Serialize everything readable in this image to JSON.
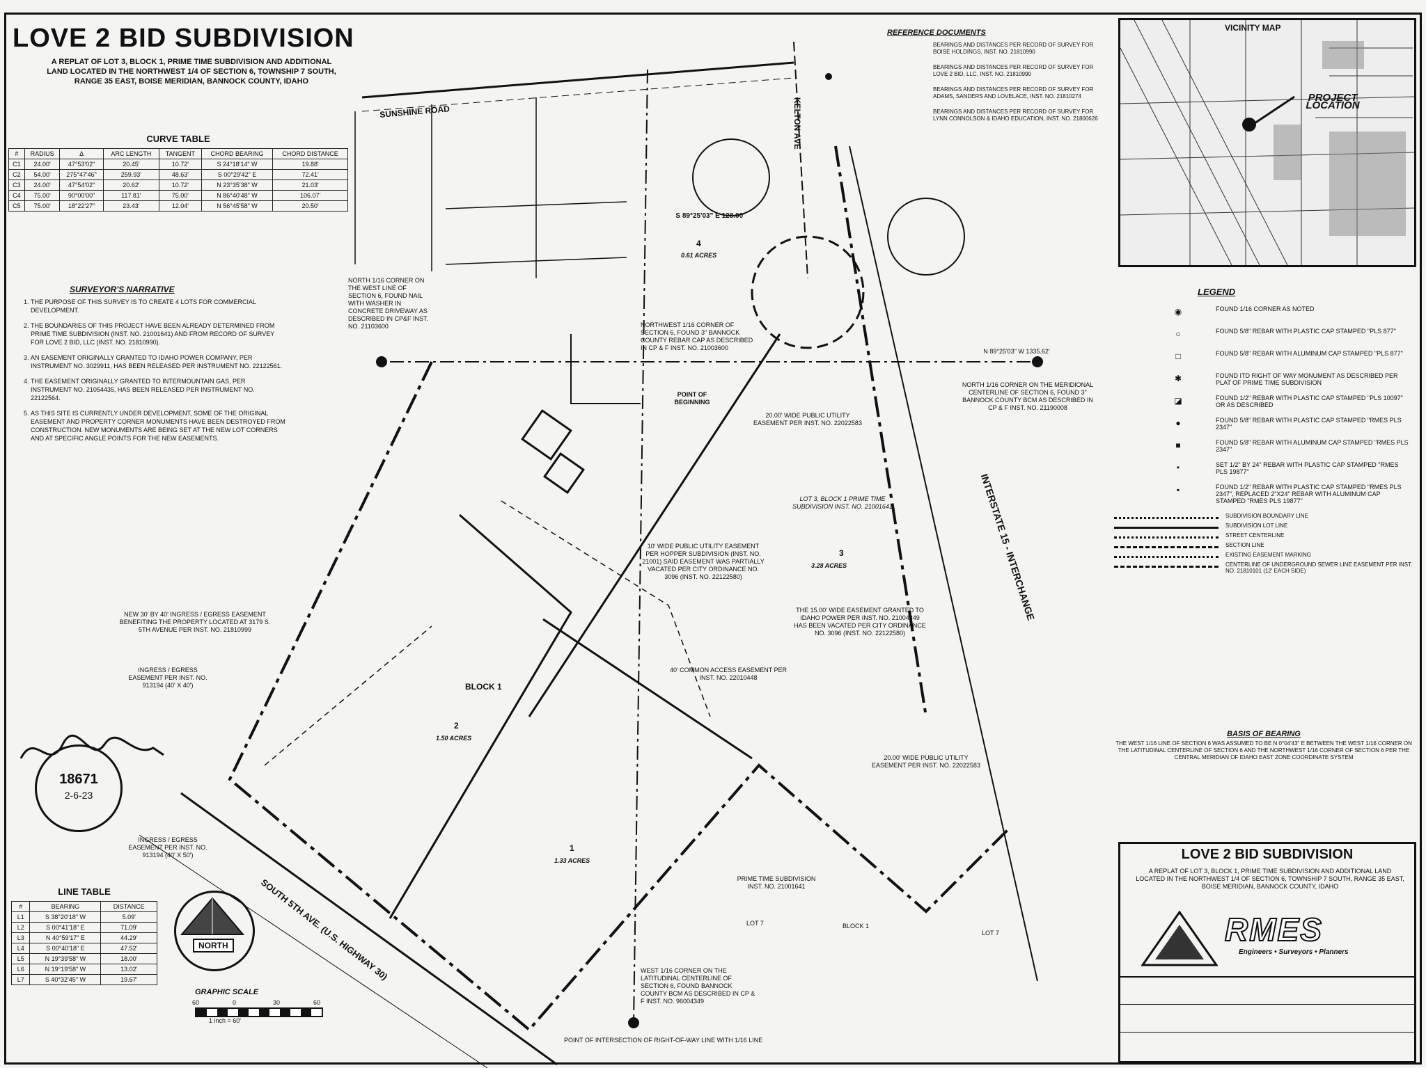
{
  "title": "LOVE 2 BID SUBDIVISION",
  "subtitle": "A REPLAT OF LOT 3, BLOCK 1, PRIME TIME SUBDIVISION AND ADDITIONAL LAND LOCATED IN THE NORTHWEST 1/4 OF SECTION 6, TOWNSHIP 7 SOUTH, RANGE 35 EAST, BOISE MERIDIAN, BANNOCK COUNTY, IDAHO",
  "curve_table": {
    "title": "CURVE TABLE",
    "headers": [
      "#",
      "RADIUS",
      "Δ",
      "ARC LENGTH",
      "TANGENT",
      "CHORD BEARING",
      "CHORD DISTANCE"
    ],
    "rows": [
      [
        "C1",
        "24.00'",
        "47°53'02\"",
        "20.45'",
        "10.72'",
        "S 24°18'14\" W",
        "19.88'"
      ],
      [
        "C2",
        "54.00'",
        "275°47'46\"",
        "259.93'",
        "48.63'",
        "S 00°29'42\" E",
        "72.41'"
      ],
      [
        "C3",
        "24.00'",
        "47°54'02\"",
        "20.62'",
        "10.72'",
        "N 23°35'38\" W",
        "21.03'"
      ],
      [
        "C4",
        "75.00'",
        "90°00'00\"",
        "117.81'",
        "75.00'",
        "N 86°40'48\" W",
        "106.07'"
      ],
      [
        "C5",
        "75.00'",
        "18°22'27\"",
        "23.43'",
        "12.04'",
        "N 56°45'58\" W",
        "20.50'"
      ]
    ]
  },
  "narrative": {
    "title": "SURVEYOR'S NARRATIVE",
    "items": [
      "THE PURPOSE OF THIS SURVEY IS TO CREATE 4 LOTS FOR COMMERCIAL DEVELOPMENT.",
      "THE BOUNDARIES OF THIS PROJECT HAVE BEEN ALREADY DETERMINED FROM PRIME TIME SUBDIVISION (INST. NO. 21001641) AND FROM RECORD OF SURVEY FOR LOVE 2 BID, LLC (INST. NO. 21810990).",
      "AN EASEMENT ORIGINALLY GRANTED TO IDAHO POWER COMPANY, PER INSTRUMENT NO. 3029911, HAS BEEN RELEASED PER INSTRUMENT NO. 22122561.",
      "THE EASEMENT ORIGINALLY GRANTED TO INTERMOUNTAIN GAS, PER INSTRUMENT NO. 21054435, HAS BEEN RELEASED PER INSTRUMENT NO. 22122564.",
      "AS THIS SITE IS CURRENTLY UNDER DEVELOPMENT, SOME OF THE ORIGINAL EASEMENT AND PROPERTY CORNER MONUMENTS HAVE BEEN DESTROYED FROM CONSTRUCTION. NEW MONUMENTS ARE BEING SET AT THE NEW LOT CORNERS AND AT SPECIFIC ANGLE POINTS FOR THE NEW EASEMENTS."
    ]
  },
  "references": {
    "title": "REFERENCE DOCUMENTS",
    "items": [
      "BEARINGS AND DISTANCES PER RECORD OF SURVEY FOR BOISE HOLDINGS, INST. NO. 21810990",
      "BEARINGS AND DISTANCES PER RECORD OF SURVEY FOR LOVE 2 BID, LLC, INST. NO. 21810990",
      "BEARINGS AND DISTANCES PER RECORD OF SURVEY FOR ADAMS, SANDERS AND LOVELACE, INST. NO. 21810274",
      "BEARINGS AND DISTANCES PER RECORD OF SURVEY FOR LYNN CONNOLSON & IDAHO EDUCATION, INST. NO. 21800626"
    ]
  },
  "vicinity_map": {
    "title": "VICINITY MAP",
    "project_label": "PROJECT LOCATION"
  },
  "legend": {
    "title": "LEGEND",
    "symbols": [
      {
        "sym": "◉",
        "text": "FOUND 1/16 CORNER AS NOTED"
      },
      {
        "sym": "○",
        "text": "FOUND 5/8\" REBAR WITH PLASTIC CAP STAMPED \"PLS 877\""
      },
      {
        "sym": "□",
        "text": "FOUND 5/8\" REBAR WITH ALUMINUM CAP STAMPED \"PLS 877\""
      },
      {
        "sym": "✱",
        "text": "FOUND ITD RIGHT OF WAY MONUMENT AS DESCRIBED PER PLAT OF PRIME TIME SUBDIVISION"
      },
      {
        "sym": "◪",
        "text": "FOUND 1/2\" REBAR WITH PLASTIC CAP STAMPED \"PLS 10097\" OR AS DESCRIBED"
      },
      {
        "sym": "●",
        "text": "FOUND 5/8\" REBAR WITH PLASTIC CAP STAMPED \"RMES PLS 2347\""
      },
      {
        "sym": "■",
        "text": "FOUND 5/8\" REBAR WITH ALUMINUM CAP STAMPED \"RMES PLS 2347\""
      },
      {
        "sym": "•",
        "text": "SET 1/2\" BY 24\" REBAR WITH PLASTIC CAP STAMPED \"RMES PLS 19877\""
      },
      {
        "sym": "▪",
        "text": "FOUND 1/2\" REBAR WITH PLASTIC CAP STAMPED \"RMES PLS 2347\", REPLACED 2\"x24\" REBAR WITH ALUMINUM CAP STAMPED \"RMES PLS 19877\""
      }
    ],
    "lines": [
      "SUBDIVISION BOUNDARY LINE",
      "SUBDIVISION LOT LINE",
      "STREET CENTERLINE",
      "SECTION LINE",
      "EXISTING EASEMENT MARKING",
      "CENTERLINE OF UNDERGROUND SEWER LINE EASEMENT PER INST. NO. 21810101 (12' EACH SIDE)"
    ]
  },
  "basis": {
    "title": "BASIS OF BEARING",
    "text": "THE WEST 1/16 LINE OF SECTION 6 WAS ASSUMED TO BE N 0°04'43\" E BETWEEN THE WEST 1/16 CORNER ON THE LATITUDINAL CENTERLINE OF SECTION 6 AND THE NORTHWEST 1/16 CORNER OF SECTION 6 PER THE CENTRAL MERIDIAN OF IDAHO EAST ZONE COORDINATE SYSTEM"
  },
  "title_block": {
    "title": "LOVE 2 BID SUBDIVISION",
    "subtitle": "A REPLAT OF LOT 3, BLOCK 1, PRIME TIME SUBDIVISION AND ADDITIONAL LAND LOCATED IN THE NORTHWEST 1/4 OF SECTION 6, TOWNSHIP 7 SOUTH, RANGE 35 EAST, BOISE MERIDIAN, BANNOCK COUNTY, IDAHO",
    "firm": "RMES",
    "tagline": "Engineers • Surveyors • Planners"
  },
  "line_table": {
    "title": "LINE TABLE",
    "headers": [
      "#",
      "BEARING",
      "DISTANCE"
    ],
    "rows": [
      [
        "L1",
        "S 38°20'18\" W",
        "5.09'"
      ],
      [
        "L2",
        "S 00°41'18\" E",
        "71.09'"
      ],
      [
        "L3",
        "N 40°59'17\" E",
        "44.29'"
      ],
      [
        "L4",
        "S 00°40'18\" E",
        "47.52'"
      ],
      [
        "L5",
        "N 19°39'58\" W",
        "18.00'"
      ],
      [
        "L6",
        "N 19°19'58\" W",
        "13.02'"
      ],
      [
        "L7",
        "S 40°32'45\" W",
        "19.67'"
      ]
    ]
  },
  "seal": {
    "number": "18671",
    "date": "2-6-23"
  },
  "north": {
    "label": "NORTH"
  },
  "scale": {
    "title": "GRAPHIC SCALE",
    "ticks": [
      "60",
      "0",
      "30",
      "60"
    ],
    "text": "1 inch = 60'"
  },
  "plan": {
    "sunshine_road": "SUNSHINE ROAD",
    "kelton_ave": "KELTON AVE",
    "interstate": "INTERSTATE 15 - INTERCHANGE",
    "south_5th": "SOUTH 5TH AVE. (U.S. HIGHWAY 30)",
    "lot4": "4",
    "lot4_area": "0.61 ACRES",
    "lot3": "3",
    "lot3_area": "3.28 ACRES",
    "lot2": "2",
    "lot2_area": "1.50 ACRES",
    "lot1": "1",
    "lot1_area": "1.33 ACRES",
    "block": "BLOCK 1",
    "pob": "POINT OF BEGINNING",
    "nw_corner": "NORTHWEST 1/16 CORNER OF SECTION 6, FOUND 3\" BANNOCK COUNTY REBAR CAP AS DESCRIBED IN CP & F INST. NO. 21003600",
    "north_corner": "NORTH 1/16 CORNER ON THE WEST LINE OF SECTION 6, FOUND NAIL WITH WASHER IN CONCRETE DRIVEWAY AS DESCRIBED IN CP&F INST. NO. 21103600",
    "meridional": "NORTH 1/16 CORNER ON THE MERIDIONAL CENTERLINE OF SECTION 6, FOUND 3\" BANNOCK COUNTY BCM AS DESCRIBED IN CP & F INST. NO. 21190008",
    "west_corner": "WEST 1/16 CORNER ON THE LATITUDINAL CENTERLINE OF SECTION 6, FOUND BANNOCK COUNTY BCM AS DESCRIBED IN CP & F INST. NO. 96004349",
    "intersection": "POINT OF INTERSECTION OF RIGHT-OF-WAY LINE WITH 1/16 LINE",
    "ingress": "INGRESS / EGRESS EASEMENT PER INST. NO. 913194 (40' X 40')",
    "ingress2": "INGRESS / EGRESS EASEMENT PER INST. NO. 913194 (40' X 50')",
    "new_ingress": "NEW 30' BY 40' INGRESS / EGRESS EASEMENT BENEFITING THE PROPERTY LOCATED AT 3179 S. 5TH AVENUE PER INST. NO. 21810999",
    "common_access": "40' COMMON ACCESS EASEMENT PER INST. NO. 22010448",
    "util_10": "10' WIDE PUBLIC UTILITY EASEMENT PER HOPPER SUBDIVISION (INST. NO. 21001) SAID EASEMENT WAS PARTIALLY VACATED PER CITY ORDINANCE NO. 3096 (INST. NO. 22122580)",
    "util_20": "20.00' WIDE PUBLIC UTILITY EASEMENT PER INST. NO. 22022583",
    "util_20b": "20.00' WIDE PUBLIC UTILITY EASEMENT PER INST. NO. 22022583",
    "easement_15": "THE 15.00' WIDE EASEMENT GRANTED TO IDAHO POWER PER INST. NO. 21004349 HAS BEEN VACATED PER CITY ORDINANCE NO. 3096 (INST. NO. 22122580)",
    "lot3_block": "LOT 3, BLOCK 1 PRIME TIME SUBDIVISION INST. NO. 21001641",
    "prime_time": "PRIME TIME SUBDIVISION INST. NO. 21001641",
    "bearing_north": "N 89°25'03\" W  1335.62'",
    "bearing_top": "S 89°25'03\" E  128.00'",
    "lot_label": "LOT 7",
    "block_label2": "BLOCK 1",
    "lot_label2": "LOT 7"
  }
}
